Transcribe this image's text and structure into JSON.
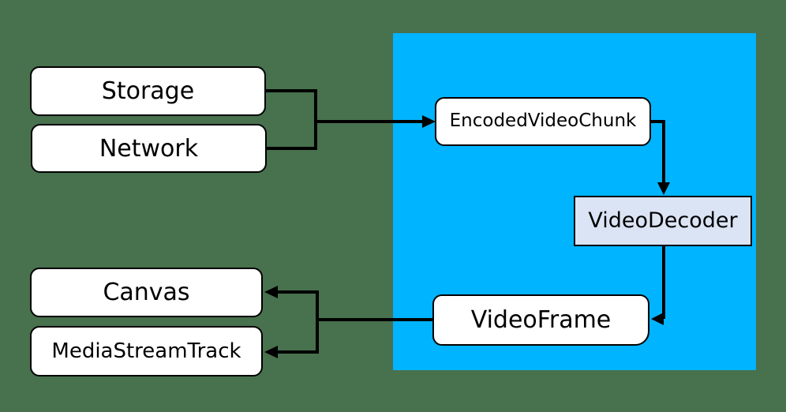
{
  "colors": {
    "background": "#48714e",
    "panel_blue": "#00b4ff",
    "node_fill": "#ffffff",
    "decoder_fill": "#dbe4f4",
    "stroke": "#000000"
  },
  "diagram": {
    "nodes": [
      {
        "id": "storage",
        "label": "Storage"
      },
      {
        "id": "network",
        "label": "Network"
      },
      {
        "id": "encoded-video-chunk",
        "label": "EncodedVideoChunk"
      },
      {
        "id": "video-decoder",
        "label": "VideoDecoder"
      },
      {
        "id": "video-frame",
        "label": "VideoFrame"
      },
      {
        "id": "canvas",
        "label": "Canvas"
      },
      {
        "id": "media-stream-track",
        "label": "MediaStreamTrack"
      }
    ],
    "edges": [
      {
        "from": "Storage",
        "to": "EncodedVideoChunk"
      },
      {
        "from": "Network",
        "to": "EncodedVideoChunk"
      },
      {
        "from": "EncodedVideoChunk",
        "to": "VideoDecoder"
      },
      {
        "from": "VideoDecoder",
        "to": "VideoFrame"
      },
      {
        "from": "VideoFrame",
        "to": "Canvas"
      },
      {
        "from": "VideoFrame",
        "to": "MediaStreamTrack"
      }
    ]
  }
}
